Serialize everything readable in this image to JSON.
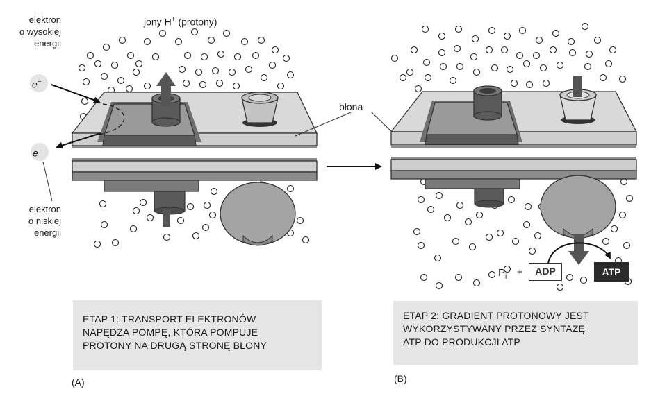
{
  "labels": {
    "high_energy": [
      "elektron",
      "o wysokiej",
      "energii"
    ],
    "low_energy": [
      "elektron",
      "o niskiej",
      "energii"
    ],
    "electron_symbol": "e",
    "electron_charge": "−",
    "protons_prefix": "jony H",
    "protons_sup": "+",
    "protons_suffix": " (protony)",
    "membrane": "błona"
  },
  "stage1": {
    "caption": [
      "ETAP 1: TRANSPORT ELEKTRONÓW",
      "NAPĘDZA POMPĘ, KTÓRA POMPUJE",
      "PROTONY NA DRUGĄ STRONĘ BŁONY"
    ],
    "panel_label": "(A)"
  },
  "stage2": {
    "caption": [
      "ETAP 2: GRADIENT PROTONOWY JEST",
      "WYKORZYSTYWANY PRZEZ SYNTAZĘ",
      "ATP DO PRODUKCJI ATP"
    ],
    "panel_label": "(B)",
    "pi_main": "P",
    "pi_sub": "i",
    "plus": "+",
    "adp": "ADP",
    "atp": "ATP"
  },
  "colors": {
    "membrane_top": "#d9d9d9",
    "membrane_side": "#8c8c8c",
    "protein": "#9a9a9a",
    "protein_dark": "#5a5a5a",
    "arrow": "#555555",
    "caption_bg": "#e6e6e6"
  }
}
